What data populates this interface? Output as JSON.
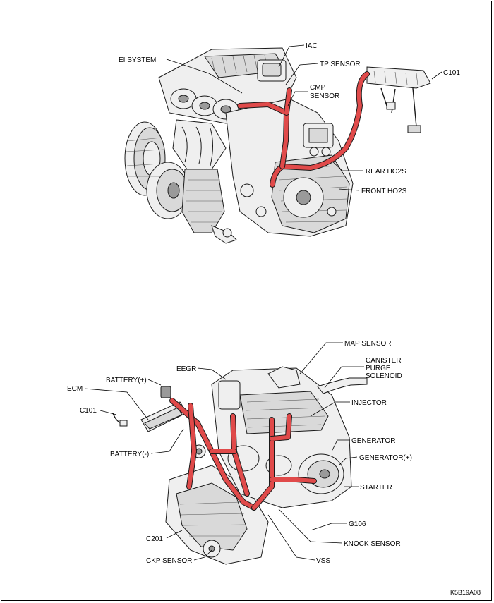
{
  "top_diagram": {
    "labels": {
      "iac": "IAC",
      "ei_system": "EI SYSTEM",
      "tp_sensor": "TP SENSOR",
      "cmp_sensor_1": "CMP",
      "cmp_sensor_2": "SENSOR",
      "c101": "C101",
      "rear_ho2s": "REAR HO2S",
      "front_ho2s": "FRONT HO2S"
    }
  },
  "bottom_diagram": {
    "labels": {
      "map_sensor": "MAP SENSOR",
      "canister_1": "CANISTER",
      "canister_2": "PURGE",
      "canister_3": "SOLENOID",
      "eegr": "EEGR",
      "battery_pos": "BATTERY(+)",
      "ecm": "ECM",
      "injector": "INJECTOR",
      "c101": "C101",
      "generator": "GENERATOR",
      "battery_neg": "BATTERY(-)",
      "generator_pos": "GENERATOR(+)",
      "starter": "STARTER",
      "g106": "G106",
      "c201": "C201",
      "knock_sensor": "KNOCK SENSOR",
      "ckp_sensor": "CKP SENSOR",
      "vss": "VSS"
    }
  },
  "figure_code": "K5B19A08",
  "colors": {
    "harness": "#e04a4a",
    "ink": "#1a1a1a",
    "frame": "#000000"
  }
}
